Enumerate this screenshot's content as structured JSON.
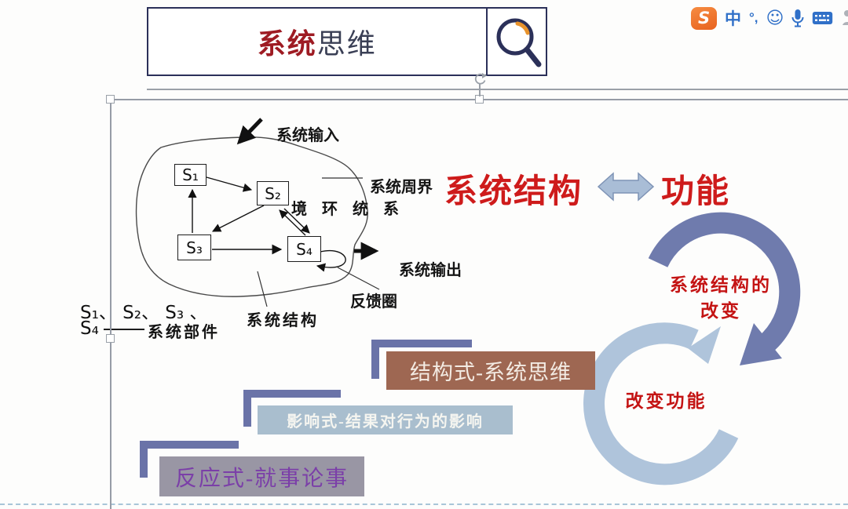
{
  "ime_toolbar": {
    "logo_text": "S",
    "mode_label": "中",
    "punctuation_label": "°,",
    "emoji_label": "☺"
  },
  "title_box": {
    "title_accent": "系统",
    "title_rest": "思维"
  },
  "diagram": {
    "nodes": [
      {
        "label": "S₁"
      },
      {
        "label": "S₂"
      },
      {
        "label": "S₃"
      },
      {
        "label": "S₄"
      }
    ],
    "labels": {
      "system_input": "系统输入",
      "system_boundary": "系统周界",
      "system_environment": "境 环 统 系",
      "system_output": "系统输出",
      "feedback_loop": "反馈圈",
      "system_structure": "系统结构",
      "components_line1": "S₁、 S₂、 S₃ 、",
      "components_s4": "S₄",
      "components_label": "系统部件"
    }
  },
  "relation": {
    "left": "系统结构",
    "right": "功能"
  },
  "cycle": {
    "top_text_line1": "系统结构的",
    "top_text_line2": "改变",
    "bottom_text": "改变功能"
  },
  "banners": [
    {
      "label": "结构式-系统思维"
    },
    {
      "label": "影响式-结果对行为的影响"
    },
    {
      "label": "反应式-就事论事"
    }
  ],
  "colors": {
    "accent_red": "#CE1B1B",
    "title_red": "#9E1B23",
    "navy": "#2B3059",
    "arc_dark": "#6F7BAD",
    "arc_light": "#AFC4DB",
    "banner_brown": "#9E6752",
    "banner_blue": "#A9BECE",
    "banner_gray": "#9996A4",
    "banner_purple_text": "#7B3FA8",
    "bracket": "#6A73A8",
    "ime_blue": "#3070C8",
    "sogou_orange": "#EE7025"
  }
}
